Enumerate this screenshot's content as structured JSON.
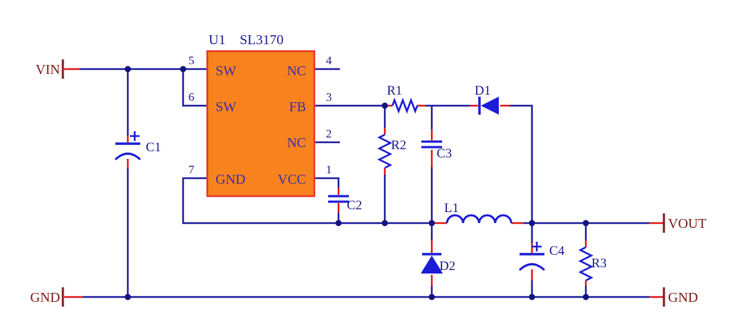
{
  "ic": {
    "refdes": "U1",
    "part": "SL3170",
    "left_pins": [
      {
        "number": "5",
        "label": "SW"
      },
      {
        "number": "6",
        "label": "SW"
      },
      {
        "number": "7",
        "label": "GND"
      }
    ],
    "right_pins": [
      {
        "number": "4",
        "label": "NC"
      },
      {
        "number": "3",
        "label": "FB"
      },
      {
        "number": "2",
        "label": "NC"
      },
      {
        "number": "1",
        "label": "VCC"
      }
    ]
  },
  "ports": {
    "vin": "VIN",
    "gnd_left": "GND",
    "vout": "VOUT",
    "gnd_right": "GND"
  },
  "components": {
    "c1": "C1",
    "c2": "C2",
    "c3": "C3",
    "c4": "C4",
    "r1": "R1",
    "r2": "R2",
    "r3": "R3",
    "d1": "D1",
    "d2": "D2",
    "l1": "L1"
  },
  "colors": {
    "wire": "#19199B",
    "symbol": "#1C1CD6",
    "terminal_red": "#E01313",
    "port": "#7B1A14",
    "ic_fill": "#F8821E",
    "ic_border": "#E93323",
    "ic_label": "#3A2EAC",
    "text": "#1A1A8C",
    "background": "#FFFFFF"
  }
}
